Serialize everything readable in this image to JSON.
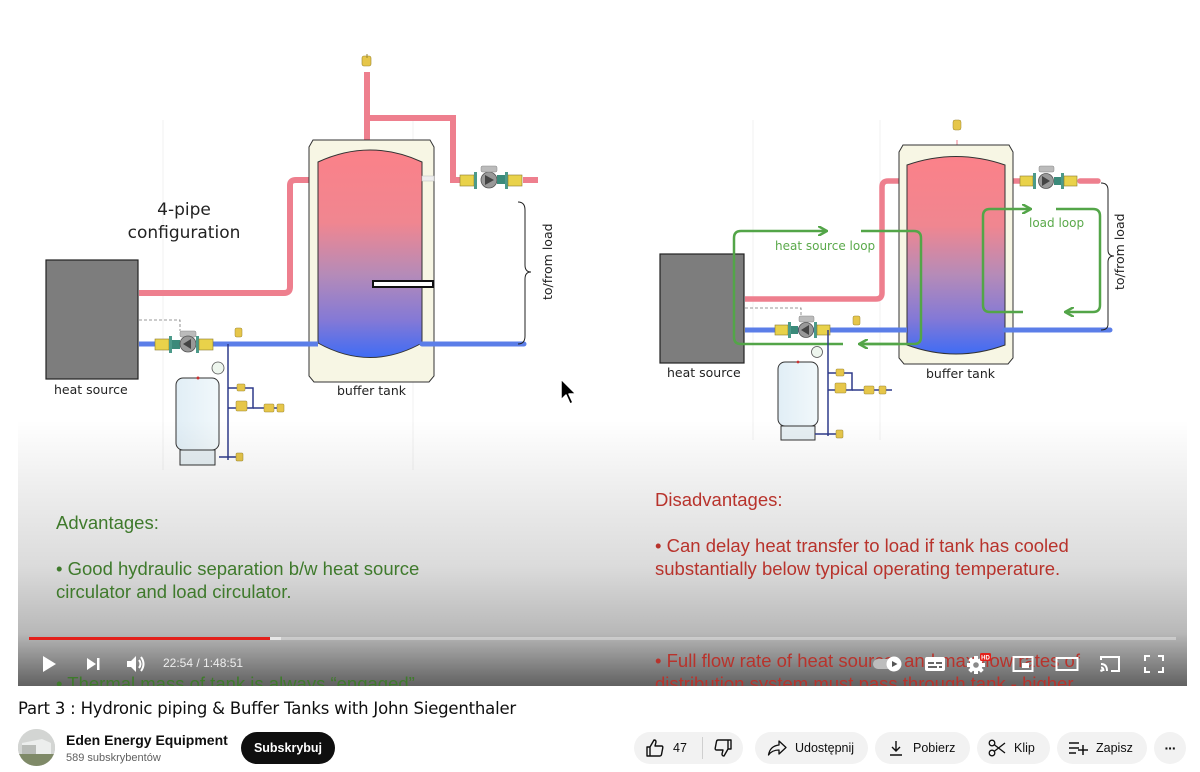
{
  "video": {
    "slide": {
      "left_diagram": {
        "title_line1": "4-pipe",
        "title_line2": "configuration",
        "heat_source_label": "heat source",
        "buffer_tank_label": "buffer tank",
        "to_from_load_label": "to/from load"
      },
      "right_diagram": {
        "heat_source_label": "heat source",
        "buffer_tank_label": "buffer tank",
        "to_from_load_label": "to/from load",
        "heat_source_loop_label": "heat source loop",
        "load_loop_label": "load loop"
      },
      "advantages": {
        "heading": "Advantages:",
        "items": [
          "• Good hydraulic separation b/w heat source\ncirculator and load circulator.",
          "• Thermal mass of tank is always “engaged”"
        ]
      },
      "disadvantages": {
        "heading": "Disadvantages:",
        "items": [
          "• Can delay heat transfer to load if tank has cooled\nsubstantially below typical operating temperature.",
          "• Full flow rate of heat source, and max flow rates of\ndistribution system must pass through tank - higher\ninternal velocities can break up desirable temperature\nstratification"
        ]
      },
      "colors": {
        "hot_pipe": "#ee7f8e",
        "cold_pipe": "#5b7ee8",
        "loop_arrow": "#53a548",
        "advantages_text": "#3f7a2c",
        "disadvantages_text": "#b8332c",
        "heat_source_box": "#7d7d7d"
      }
    },
    "controls": {
      "current_time": "22:54",
      "duration": "1:48:51",
      "time_display": "22:54 / 1:48:51",
      "progress_fraction": 0.2104,
      "buffered_fraction": 0.22,
      "quality_badge": "HD",
      "autoplay_on": true,
      "icons": {
        "play": "play-icon",
        "next": "next-icon",
        "volume": "volume-icon",
        "autoplay": "autoplay-toggle-icon",
        "subtitles": "subtitles-icon",
        "settings": "settings-icon",
        "miniplayer": "miniplayer-icon",
        "theater": "theater-mode-icon",
        "cast": "cast-icon",
        "fullscreen": "fullscreen-icon"
      },
      "accent_color": "#e3201b"
    }
  },
  "title": "Part 3 : Hydronic piping & Buffer Tanks with John Siegenthaler",
  "channel": {
    "name": "Eden Energy Equipment",
    "subscribers": "589 subskrybentów",
    "subscribe_label": "Subskrybuj"
  },
  "actions": {
    "like_count": "47",
    "share_label": "Udostępnij",
    "download_label": "Pobierz",
    "clip_label": "Klip",
    "save_label": "Zapisz",
    "more_label": "···"
  }
}
